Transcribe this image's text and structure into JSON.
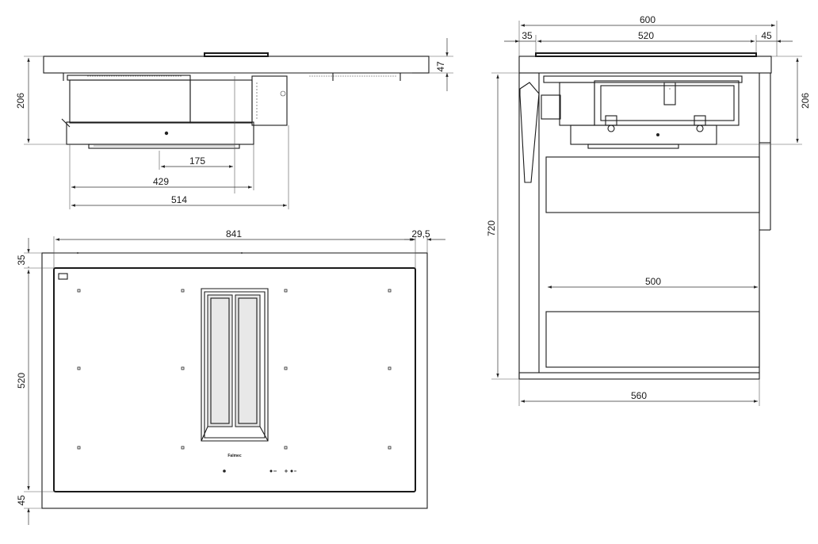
{
  "dimensions": {
    "side_height": "206",
    "side_top_thickness": "47",
    "side_depth_175": "175",
    "side_depth_429": "429",
    "side_depth_514": "514",
    "plan_width": "841",
    "plan_margin_right": "29,5",
    "plan_margin_top": "35",
    "plan_depth": "520",
    "plan_margin_bottom": "45",
    "front_width": "600",
    "front_left": "35",
    "front_mid": "520",
    "front_right": "45",
    "front_height": "206",
    "cabinet_height": "720",
    "drawer_width": "500",
    "cabinet_width": "560"
  },
  "brand_logo": "Falmec",
  "colors": {
    "line": "#1a1a1a",
    "fill": "#e8e8e8",
    "background": "#ffffff"
  }
}
